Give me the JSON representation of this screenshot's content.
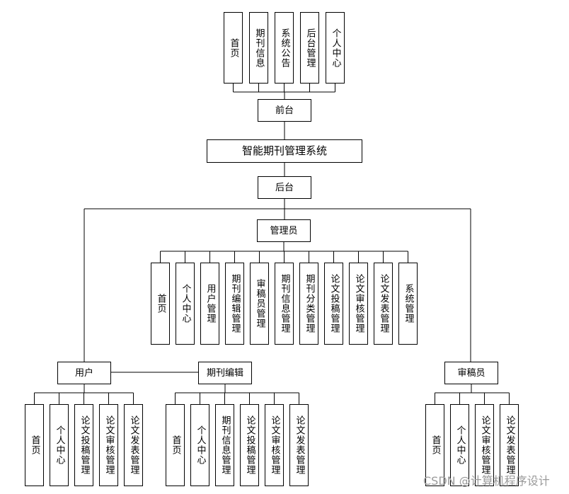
{
  "frontend": {
    "label": "前台",
    "items": [
      "首页",
      "期刊信息",
      "系统公告",
      "后台管理",
      "个人中心"
    ]
  },
  "system": {
    "title": "智能期刊管理系统"
  },
  "backend": {
    "label": "后台"
  },
  "admin": {
    "label": "管理员",
    "items": [
      "首页",
      "个人中心",
      "用户管理",
      "期刊编辑管理",
      "审稿员管理",
      "期刊信息管理",
      "期刊分类管理",
      "论文投稿管理",
      "论文审核管理",
      "论文发表管理",
      "系统管理"
    ]
  },
  "user": {
    "label": "用户",
    "items": [
      "首页",
      "个人中心",
      "论文投稿管理",
      "论文审核管理",
      "论文发表管理"
    ]
  },
  "editor": {
    "label": "期刊编辑",
    "items": [
      "首页",
      "个人中心",
      "期刊信息管理",
      "论文投稿管理",
      "论文审核管理",
      "论文发表管理"
    ]
  },
  "reviewer": {
    "label": "审稿员",
    "items": [
      "首页",
      "个人中心",
      "论文审核管理",
      "论文发表管理"
    ]
  },
  "watermark": "CSDN @计算机程序设计"
}
